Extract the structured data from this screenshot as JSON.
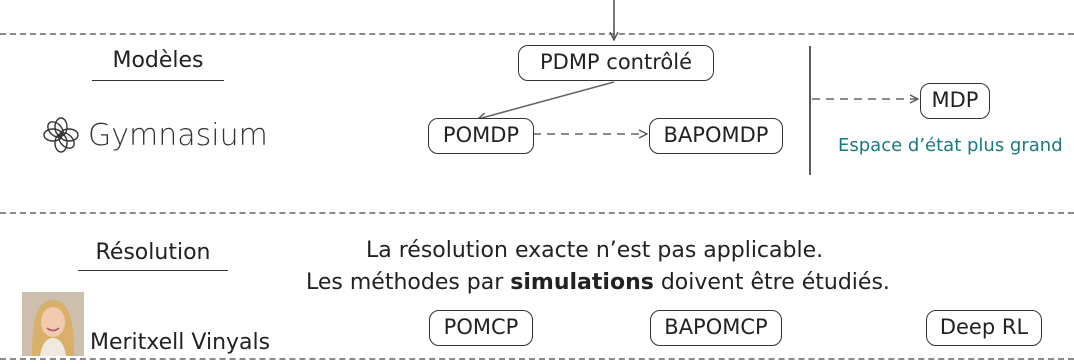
{
  "models": {
    "title": "Modèles",
    "library_name": "Gymnasium",
    "library_icon": "gymnasium-flower-icon",
    "nodes": {
      "pdmp": "PDMP contrôlé",
      "pomdp": "POMDP",
      "bapomdp": "BAPOMDP",
      "mdp": "MDP"
    },
    "note": "Espace d’état plus grand"
  },
  "resolution": {
    "title": "Résolution",
    "line1": "La résolution exacte n’est pas applicable.",
    "line2_prefix": "Les méthodes par ",
    "line2_bold": "simulations",
    "line2_suffix": " doivent être étudiés.",
    "methods": [
      "POMCP",
      "BAPOMCP",
      "Deep RL"
    ],
    "person_name": "Meritxell Vinyals"
  },
  "colors": {
    "accent": "#1a7a82",
    "border": "#333333",
    "dash": "#8a8a8a"
  }
}
